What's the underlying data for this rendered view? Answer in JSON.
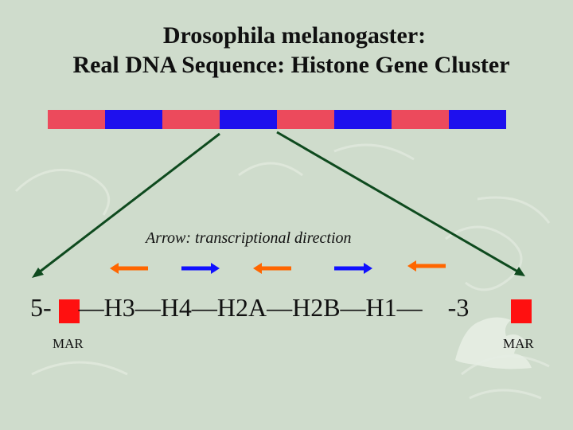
{
  "title": {
    "line1": "Drosophila melanogaster:",
    "line2": "Real DNA Sequence: Histone Gene Cluster"
  },
  "note": "Arrow: transcriptional direction",
  "sequence": {
    "prefix": "5-",
    "genes": "—H3—H4—H2A—H2B—H1—",
    "suffix": "-3"
  },
  "labels": {
    "mar_left": "MAR",
    "mar_right": "MAR"
  },
  "colors": {
    "background": "#cfdccc",
    "repeat_red": "#ec4a5c",
    "repeat_blue": "#1e10ee",
    "mar_box": "#ff1010",
    "arrow_orange": "#ff6600",
    "arrow_blue": "#1010ff",
    "zoom_line": "#0e4a1e"
  },
  "repeat_bar": [
    "red",
    "blue",
    "red",
    "blue",
    "red",
    "blue",
    "red",
    "blue"
  ],
  "arrows": [
    {
      "gene": "H3",
      "direction": "left",
      "color": "orange"
    },
    {
      "gene": "H4",
      "direction": "right",
      "color": "blue"
    },
    {
      "gene": "H2A",
      "direction": "left",
      "color": "orange"
    },
    {
      "gene": "H2B",
      "direction": "right",
      "color": "blue"
    },
    {
      "gene": "H1",
      "direction": "left",
      "color": "orange"
    }
  ]
}
